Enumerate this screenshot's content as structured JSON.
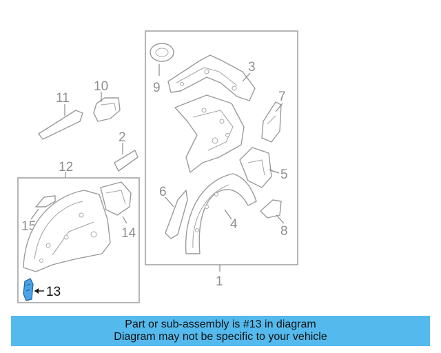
{
  "callouts": {
    "n1": "1",
    "n2": "2",
    "n3": "3",
    "n4": "4",
    "n5": "5",
    "n6": "6",
    "n7": "7",
    "n8": "8",
    "n9": "9",
    "n10": "10",
    "n11": "11",
    "n12": "12",
    "n13": "13",
    "n14": "14",
    "n15": "15"
  },
  "highlight_color": "#4aa3e8",
  "banner": {
    "line1": "Part or sub-assembly is #13 in diagram",
    "line2": "Diagram may not be specific to your vehicle",
    "background": "#54b9ec"
  }
}
